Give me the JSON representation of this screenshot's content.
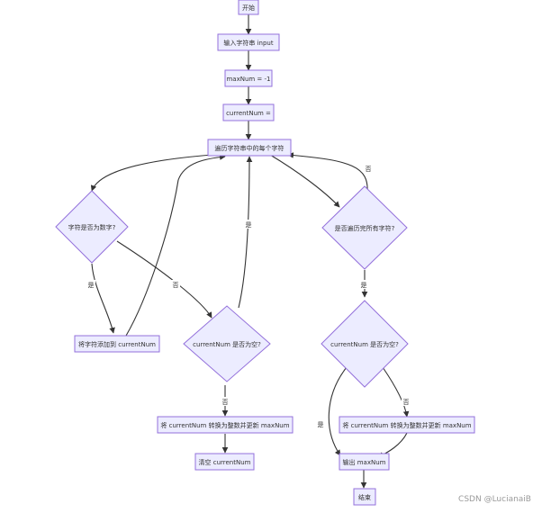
{
  "nodes": {
    "start": "开始",
    "input": "输入字符串 input",
    "init_max": "maxNum = -1",
    "init_current": "currentNum =",
    "loop": "遍历字符串中的每个字符",
    "is_digit": "字符是否为数字?",
    "is_done": "是否遍历完所有字符?",
    "append": "将字符添加到 currentNum",
    "current_empty_left": "currentNum 是否为空?",
    "current_empty_right": "currentNum 是否为空?",
    "convert_left": "将 currentNum 转换为整数并更新 maxNum",
    "convert_right": "将 currentNum 转换为整数并更新 maxNum",
    "clear": "清空 currentNum",
    "output": "输出 maxNum",
    "end": "结束"
  },
  "edge_labels": {
    "yes": "是",
    "no": "否"
  },
  "watermark": "CSDN @LucianaiB"
}
